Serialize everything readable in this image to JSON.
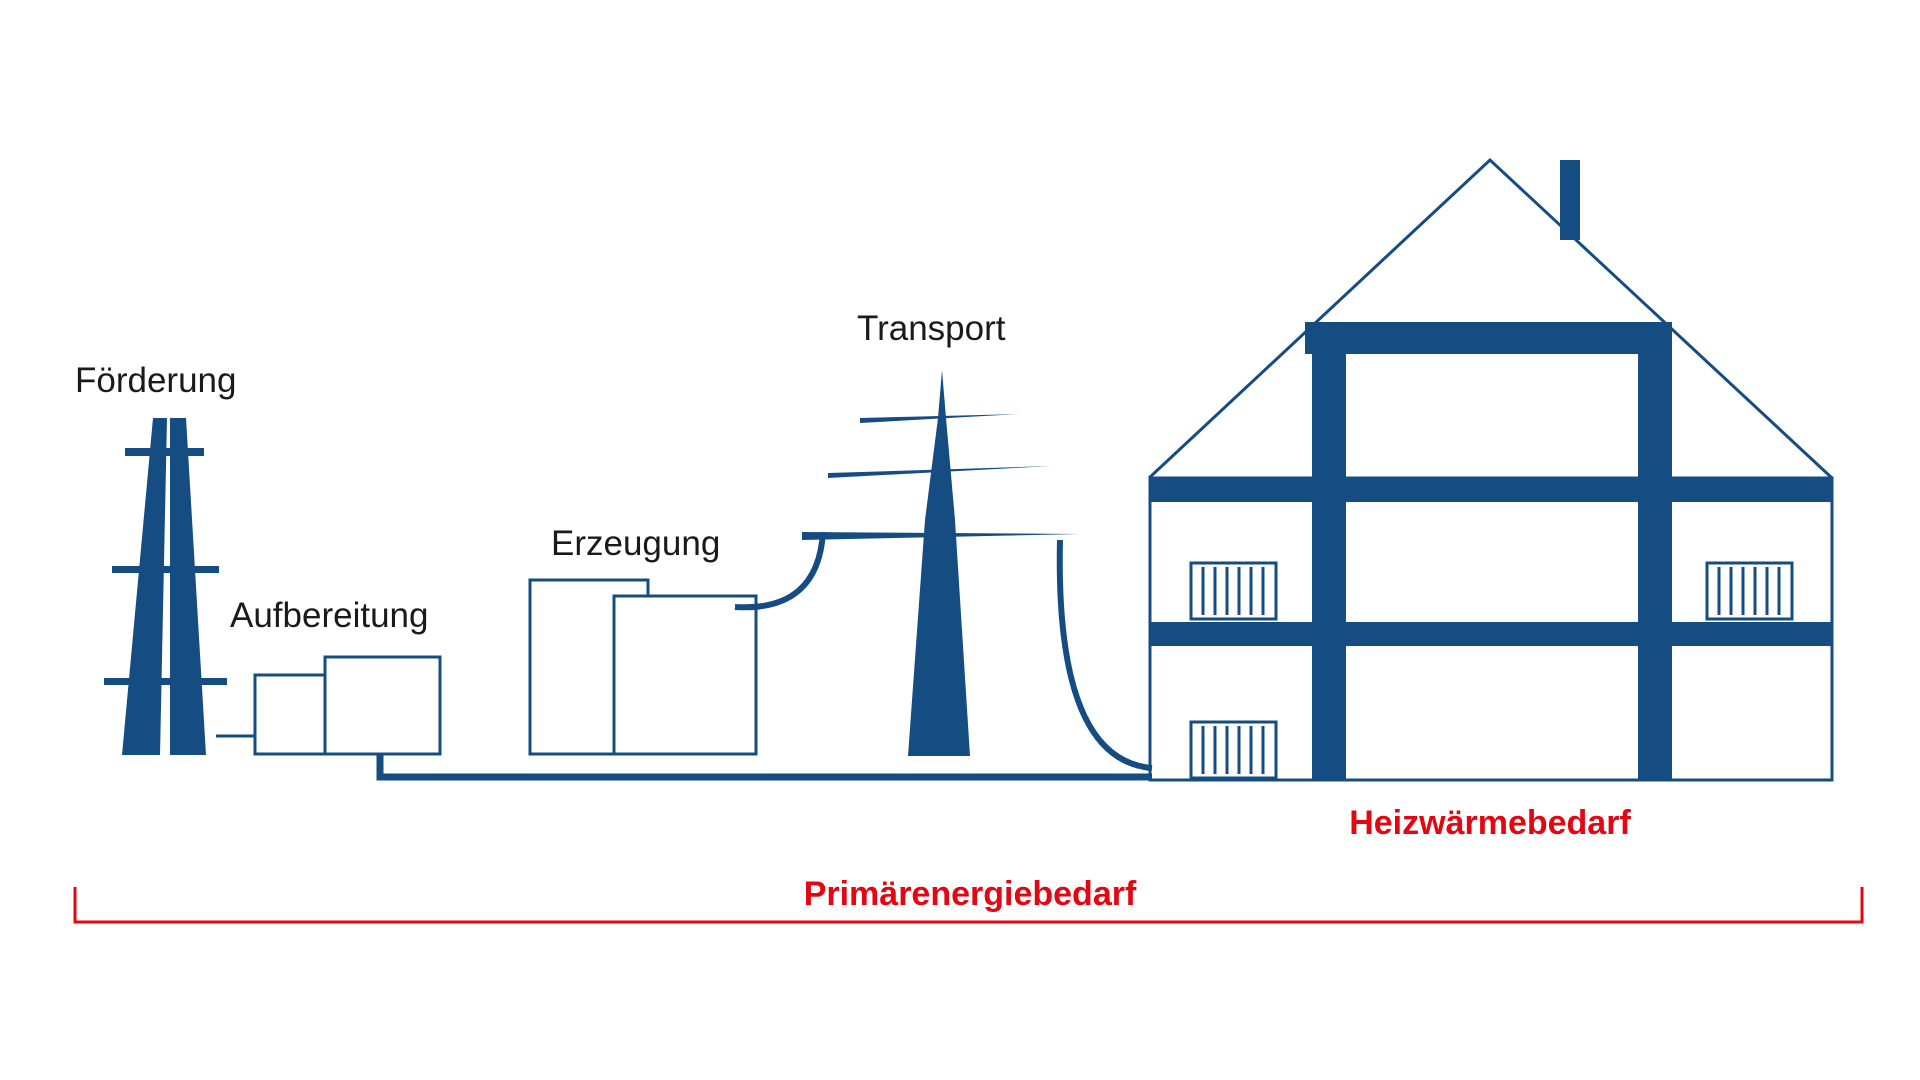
{
  "colors": {
    "structure": "#154c82",
    "demand": "#e30613",
    "background": "#ffffff"
  },
  "stages": {
    "foerderung": "Förderung",
    "aufbereitung": "Aufbereitung",
    "erzeugung": "Erzeugung",
    "transport": "Transport"
  },
  "demand": {
    "heating": "Heizwärmebedarf",
    "primary": "Primärenergiebedarf"
  },
  "icons": [
    "drilling-rig-icon",
    "processing-plant-icon",
    "power-plant-icon",
    "power-pylon-icon",
    "house-icon",
    "radiator-icon"
  ]
}
